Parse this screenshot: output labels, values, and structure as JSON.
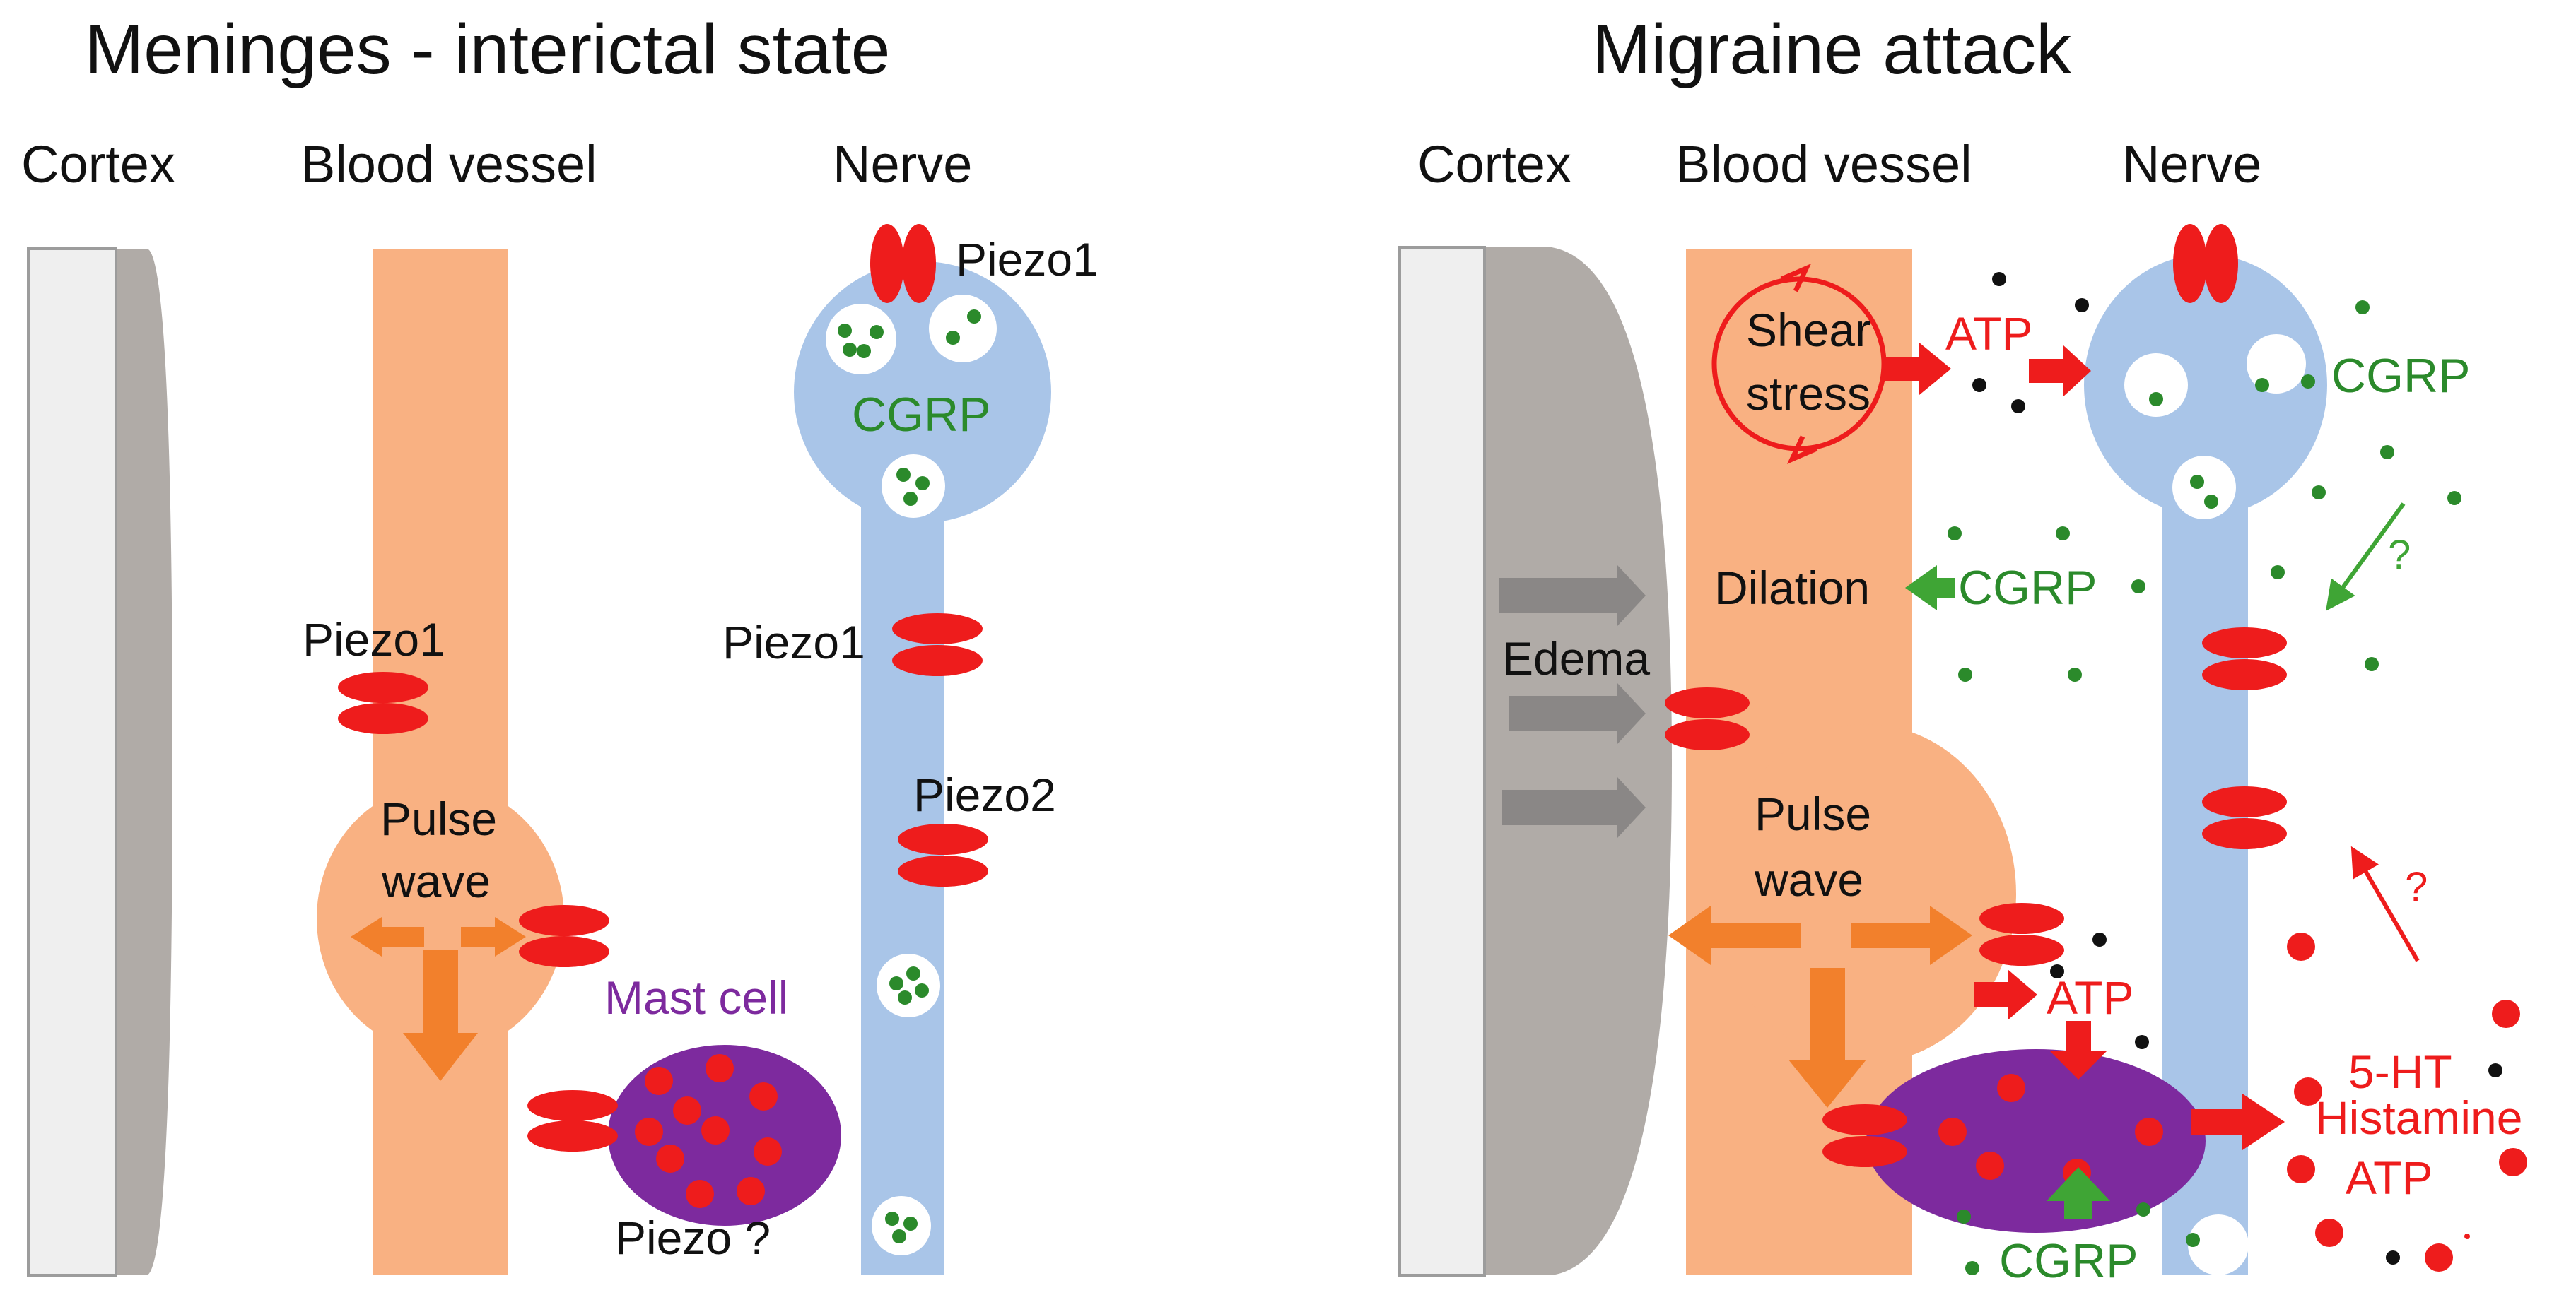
{
  "colors": {
    "cortex_outer": "#efefef",
    "cortex_gray": "#b0aba7",
    "vessel": "#f9b182",
    "pulse_arrow": "#f2802c",
    "nerve": "#a9c5e8",
    "piezo": "#ee1c1c",
    "cgrp": "#2b8a2b",
    "cgrp_arrow": "#3fa535",
    "mast_cell": "#7d2a9e",
    "mast_label": "#7d2a9e",
    "edema_arrow": "#8a8786",
    "black_dot": "#111111",
    "red_text": "#ee1c1c"
  },
  "left_panel": {
    "title": "Meninges - interictal state",
    "cortex_label": "Cortex",
    "vessel_label": "Blood vessel",
    "nerve_label": "Nerve",
    "piezo1_top": "Piezo1",
    "cgrp": "CGRP",
    "piezo1_nerve": "Piezo1",
    "piezo2_nerve": "Piezo2",
    "piezo1_vessel": "Piezo1",
    "pulse": "Pulse",
    "wave": "wave",
    "mast_cell": "Mast cell",
    "piezo_q": "Piezo ?"
  },
  "right_panel": {
    "title": "Migraine attack",
    "cortex_label": "Cortex",
    "vessel_label": "Blood vessel",
    "nerve_label": "Nerve",
    "shear": "Shear",
    "stress": "stress",
    "atp_top": "ATP",
    "cgrp_top": "CGRP",
    "dilation": "Dilation",
    "cgrp_mid": "CGRP",
    "edema": "Edema",
    "q1": "?",
    "q2": "?",
    "pulse": "Pulse",
    "wave": "wave",
    "atp_mid": "ATP",
    "ht5": "5-HT",
    "histamine": "Histamine",
    "atp_bottom": "ATP",
    "cgrp_bottom": "CGRP"
  }
}
